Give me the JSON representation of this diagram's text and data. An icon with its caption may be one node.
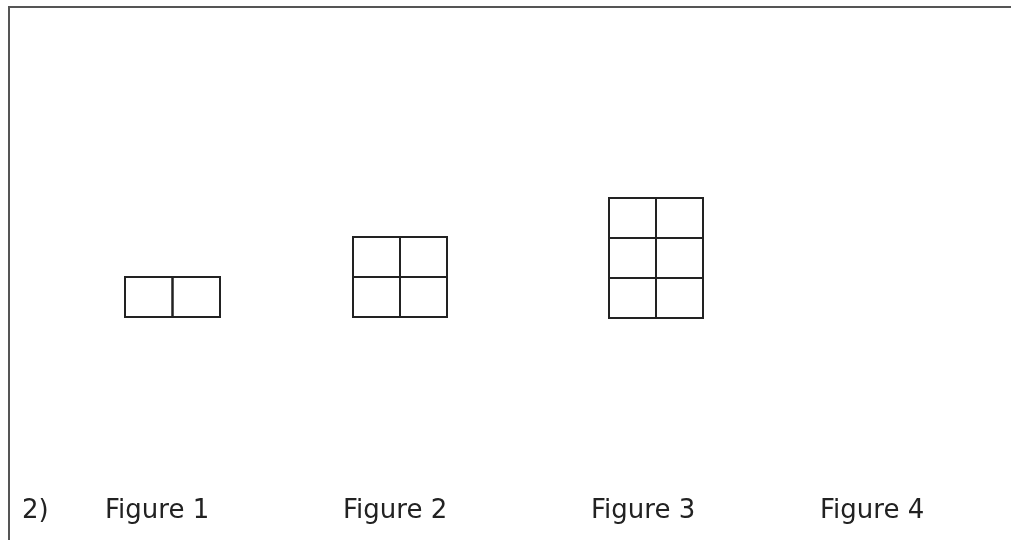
{
  "diagram": {
    "labels": [
      "2)",
      "Figure 1",
      "Figure 2",
      "Figure 3",
      "Figure 4"
    ]
  }
}
